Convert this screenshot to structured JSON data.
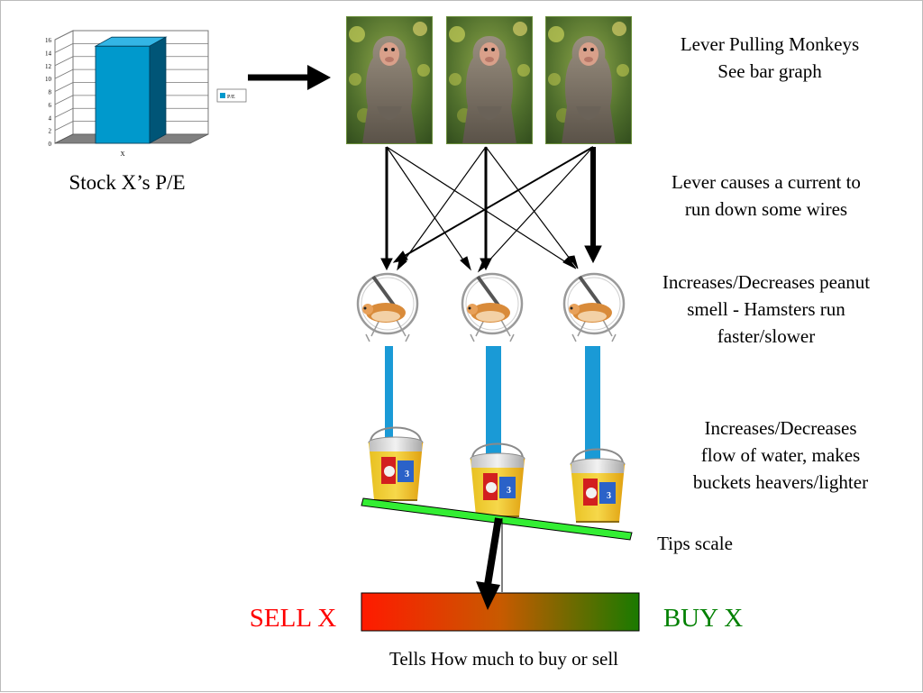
{
  "chart_data": {
    "type": "bar",
    "categories": [
      "X"
    ],
    "series": [
      {
        "name": "P/E",
        "values": [
          15
        ]
      }
    ],
    "ylim": [
      0,
      16
    ],
    "yticks": [
      0,
      2,
      4,
      6,
      8,
      10,
      12,
      14,
      16
    ],
    "legend": "right",
    "grid": true,
    "three_d": true
  },
  "chart_caption": "Stock X’s P/E",
  "labels": {
    "monkeys_line1": "Lever Pulling Monkeys",
    "monkeys_line2": "See bar graph",
    "lever_line1": "Lever causes a current to",
    "lever_line2": "run down some wires",
    "hamster_line1": "Increases/Decreases peanut",
    "hamster_line2": "smell - Hamsters run",
    "hamster_line3": "faster/slower",
    "water_line1": "Increases/Decreases",
    "water_line2": "flow of water, makes",
    "water_line3": "buckets heavers/lighter",
    "tips": "Tips scale",
    "sell": "SELL X",
    "buy": "BUY X",
    "tells": "Tells How much to buy or sell"
  },
  "colors": {
    "bar": "#0099cc",
    "pipe": "#1a9ad6",
    "scale": "#33ee33",
    "sell": "#ff0000",
    "buy": "#008000",
    "gradient_start": "#ff1a00",
    "gradient_end": "#1a7a00"
  },
  "icons": {
    "monkey": "monkey-photo",
    "hamster": "hamster-wheel",
    "bucket": "bucket"
  }
}
